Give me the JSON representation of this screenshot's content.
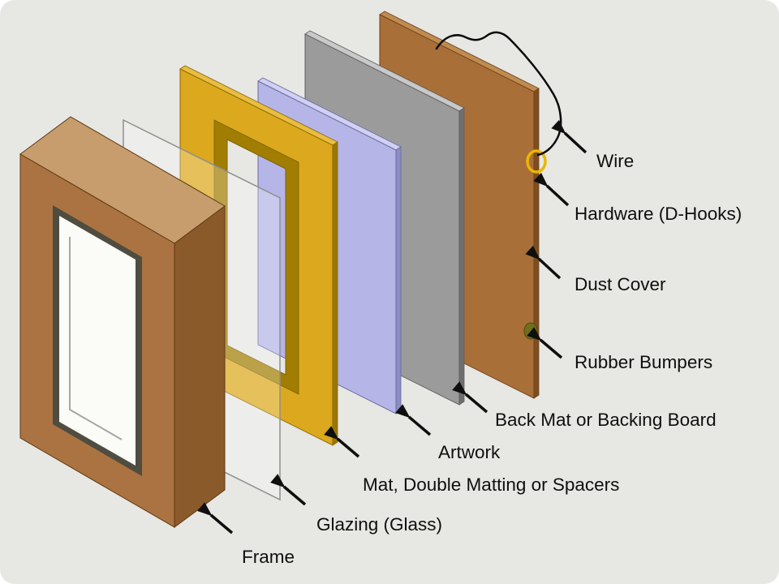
{
  "diagram": {
    "description": "Exploded view diagram of picture frame components",
    "labels": {
      "wire": "Wire",
      "hardware": "Hardware (D-Hooks)",
      "dust_cover": "Dust Cover",
      "rubber_bumpers": "Rubber Bumpers",
      "back_mat": "Back Mat or Backing Board",
      "artwork": "Artwork",
      "mat": "Mat, Double Matting or Spacers",
      "glazing": "Glazing (Glass)",
      "frame": "Frame"
    },
    "colors": {
      "background": "#e7e7e4",
      "frame_front": "#ab7341",
      "frame_top": "#c79d6d",
      "frame_side": "#8a5a2a",
      "frame_rabbet": "#4f4c40",
      "frame_paper": "#fbfbf8",
      "glass_fill": "rgba(255,255,255,0.28)",
      "glass_edge": "#8f8f8f",
      "mat_outer": "#dca81d",
      "mat_top": "#e9bd43",
      "mat_side": "#9a7708",
      "mat_band": "#a17d02",
      "artwork_face": "#b5b5e8",
      "artwork_top": "#d0d0f4",
      "artwork_side": "#8c8cc6",
      "backing_face": "#9b9b9b",
      "backing_top": "#c9c9c9",
      "backing_side": "#6f6f6f",
      "dust_face": "#a96f38",
      "dust_top": "#c08b52",
      "dust_side": "#7d4e1f",
      "wire": "#0a0a0a",
      "hook": "#eab600",
      "bumper": "#6f6f1c",
      "arrow": "#0f0f0f",
      "label_text": "#0f0f0f"
    }
  }
}
